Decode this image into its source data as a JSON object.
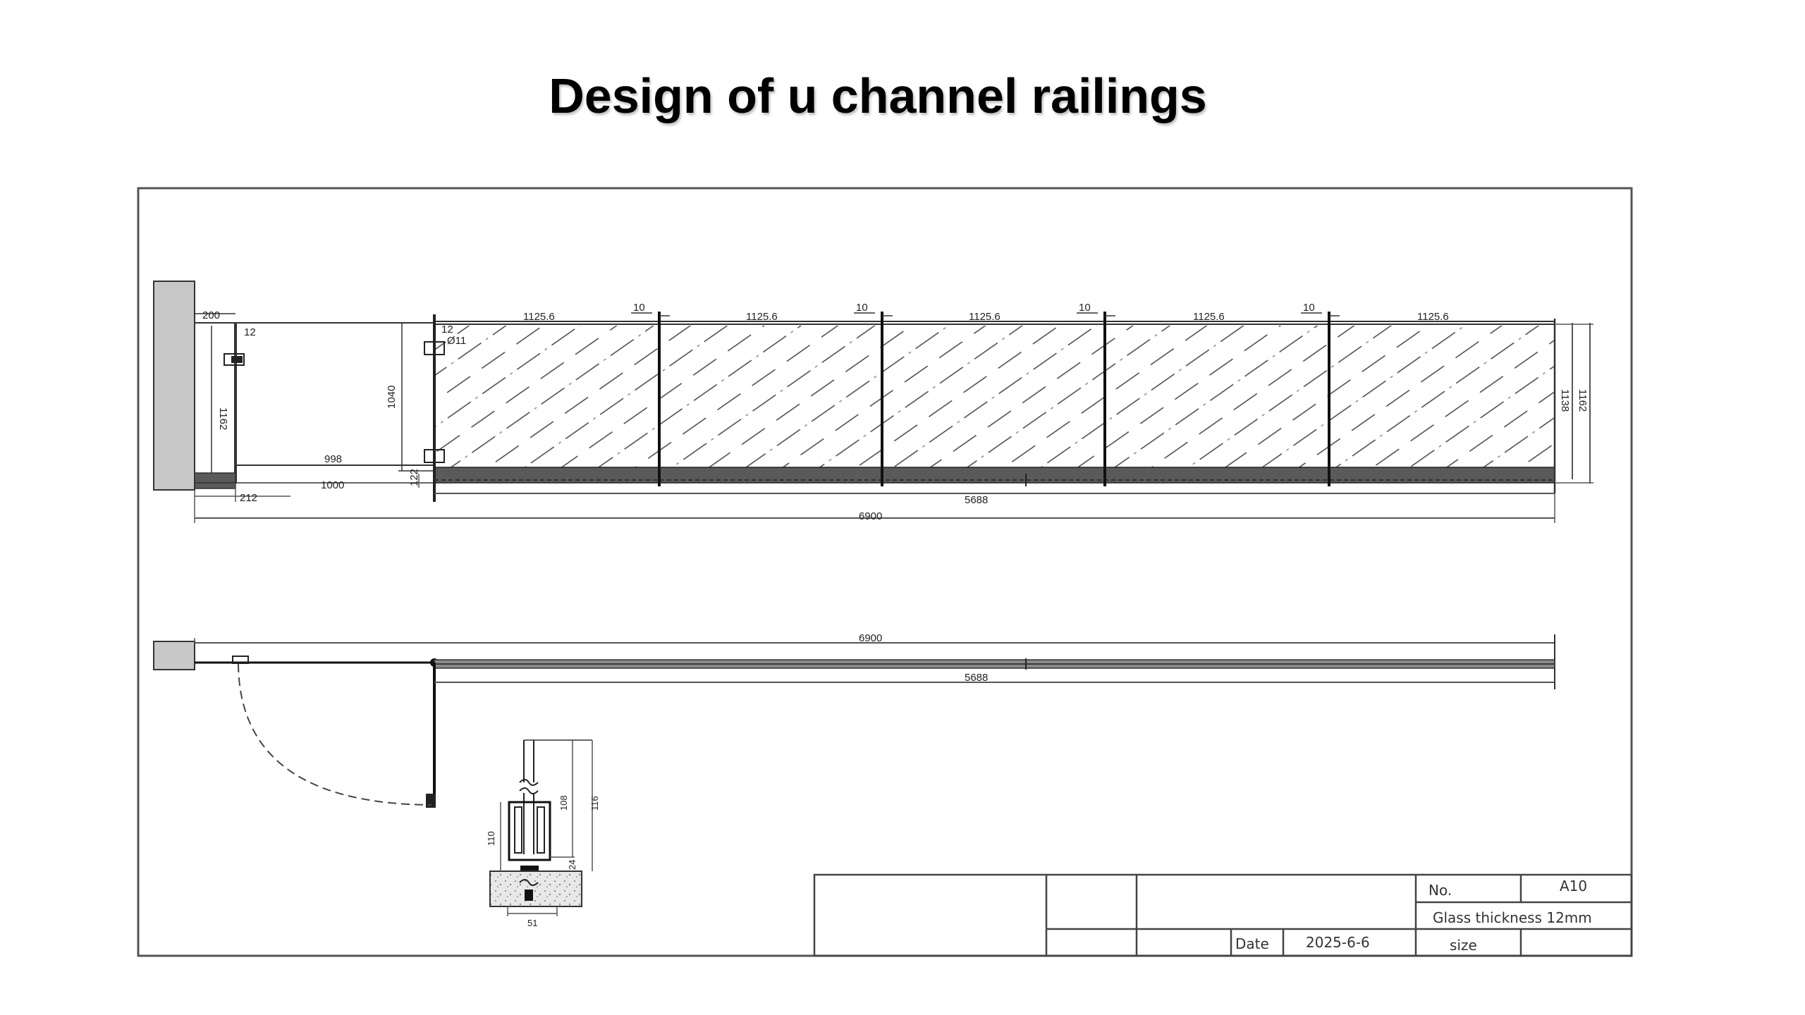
{
  "title": "Design of u channel railings",
  "elevation": {
    "panel_widths": [
      "1125.6",
      "1125.6",
      "1125.6",
      "1125.6",
      "1125.6"
    ],
    "post_gaps": [
      "10",
      "10",
      "10",
      "10"
    ],
    "gate": {
      "offset_from_wall": "200",
      "hinge_gap": "12",
      "gate_height": "1162",
      "gate_glass_height": "1040",
      "gate_inner_width": "998",
      "gate_total_width": "1000",
      "base_height": "122",
      "base_offset": "212",
      "latch_gap": "12",
      "latch_hole": "Ø11"
    },
    "right_heights": [
      "1138",
      "1162"
    ],
    "run_length": "5688",
    "total_length": "6900"
  },
  "plan": {
    "total_length": "6900",
    "run_length": "5688"
  },
  "section_detail": {
    "channel_height": "110",
    "glass_embed": "108",
    "overall": "116",
    "base_gap": "24",
    "channel_width": "51"
  },
  "title_block": {
    "no_label": "No.",
    "no_value": "A10",
    "glass_label": "Glass thickness  12mm",
    "date_label": "Date",
    "date_value": "2025-6-6",
    "size_label": "size",
    "size_value": ""
  },
  "colors": {
    "line": "#333333",
    "wall_fill": "#c8c8c8",
    "base_fill": "#5a5a5a"
  }
}
